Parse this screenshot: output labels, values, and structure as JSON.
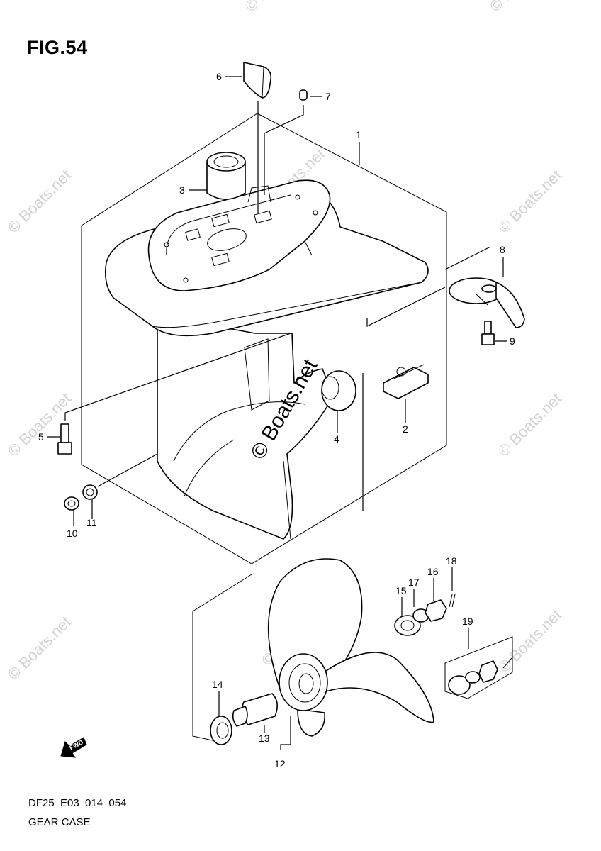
{
  "figure_title": "FIG.54",
  "footer": {
    "code": "DF25_E03_014_054",
    "name": "GEAR CASE"
  },
  "callouts": {
    "p1": "1",
    "p2": "2",
    "p3": "3",
    "p4": "4",
    "p5": "5",
    "p6": "6",
    "p7": "7",
    "p8": "8",
    "p9": "9",
    "p10": "10",
    "p11": "11",
    "p12": "12",
    "p13": "13",
    "p14": "14",
    "p15": "15",
    "p16": "16",
    "p17": "17",
    "p18": "18",
    "p19": "19"
  },
  "fwd_label": "FWD",
  "watermark": "© Boats.net"
}
